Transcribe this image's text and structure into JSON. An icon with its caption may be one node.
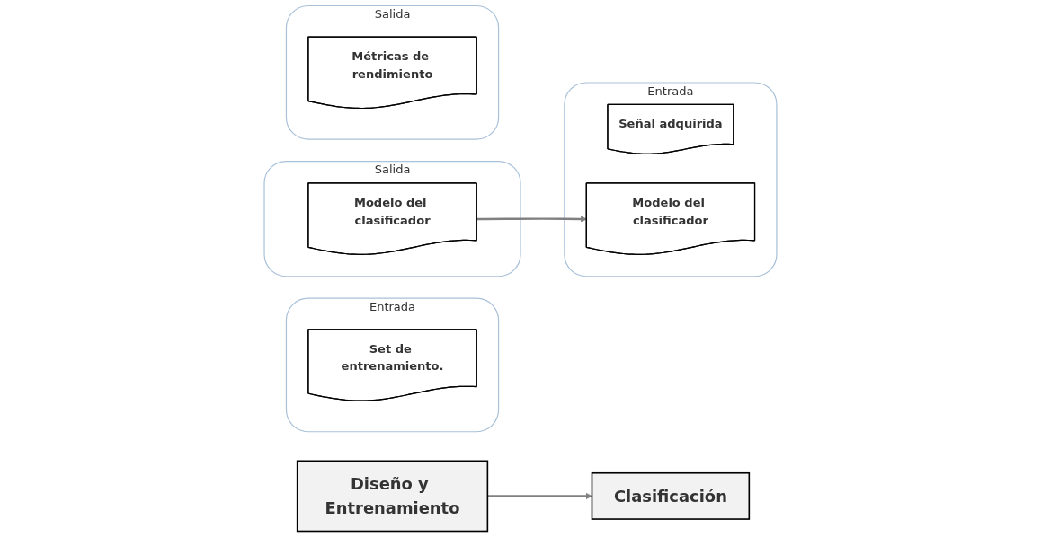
{
  "diagram": {
    "nodes": [
      {
        "text": [
          "Entrada"
        ]
      },
      {
        "text": [
          "Salida"
        ]
      },
      {
        "text": [
          "Entrada"
        ]
      },
      {
        "text": [
          "Salida"
        ]
      },
      {
        "text": [
          "Diseño y Entrenamiento"
        ]
      },
      {
        "text": [
          "Clasificación"
        ]
      },
      {
        "text": [
          "Set de entrenamiento."
        ],
        "in": 0
      },
      {
        "text": [
          "Modelo del clasificador"
        ],
        "in": 1
      },
      {
        "text": [
          "Señal adquirida"
        ],
        "in": 2
      },
      {
        "text": [
          "Modelo del clasificador"
        ],
        "in": 2
      },
      {
        "text": [
          "Métricas de rendimiento"
        ],
        "in": 3
      }
    ],
    "edges": [
      {
        "from": 4,
        "to": 5,
        "arrow": "to"
      },
      {
        "from": 7,
        "to": 9,
        "arrow": "to"
      }
    ]
  }
}
